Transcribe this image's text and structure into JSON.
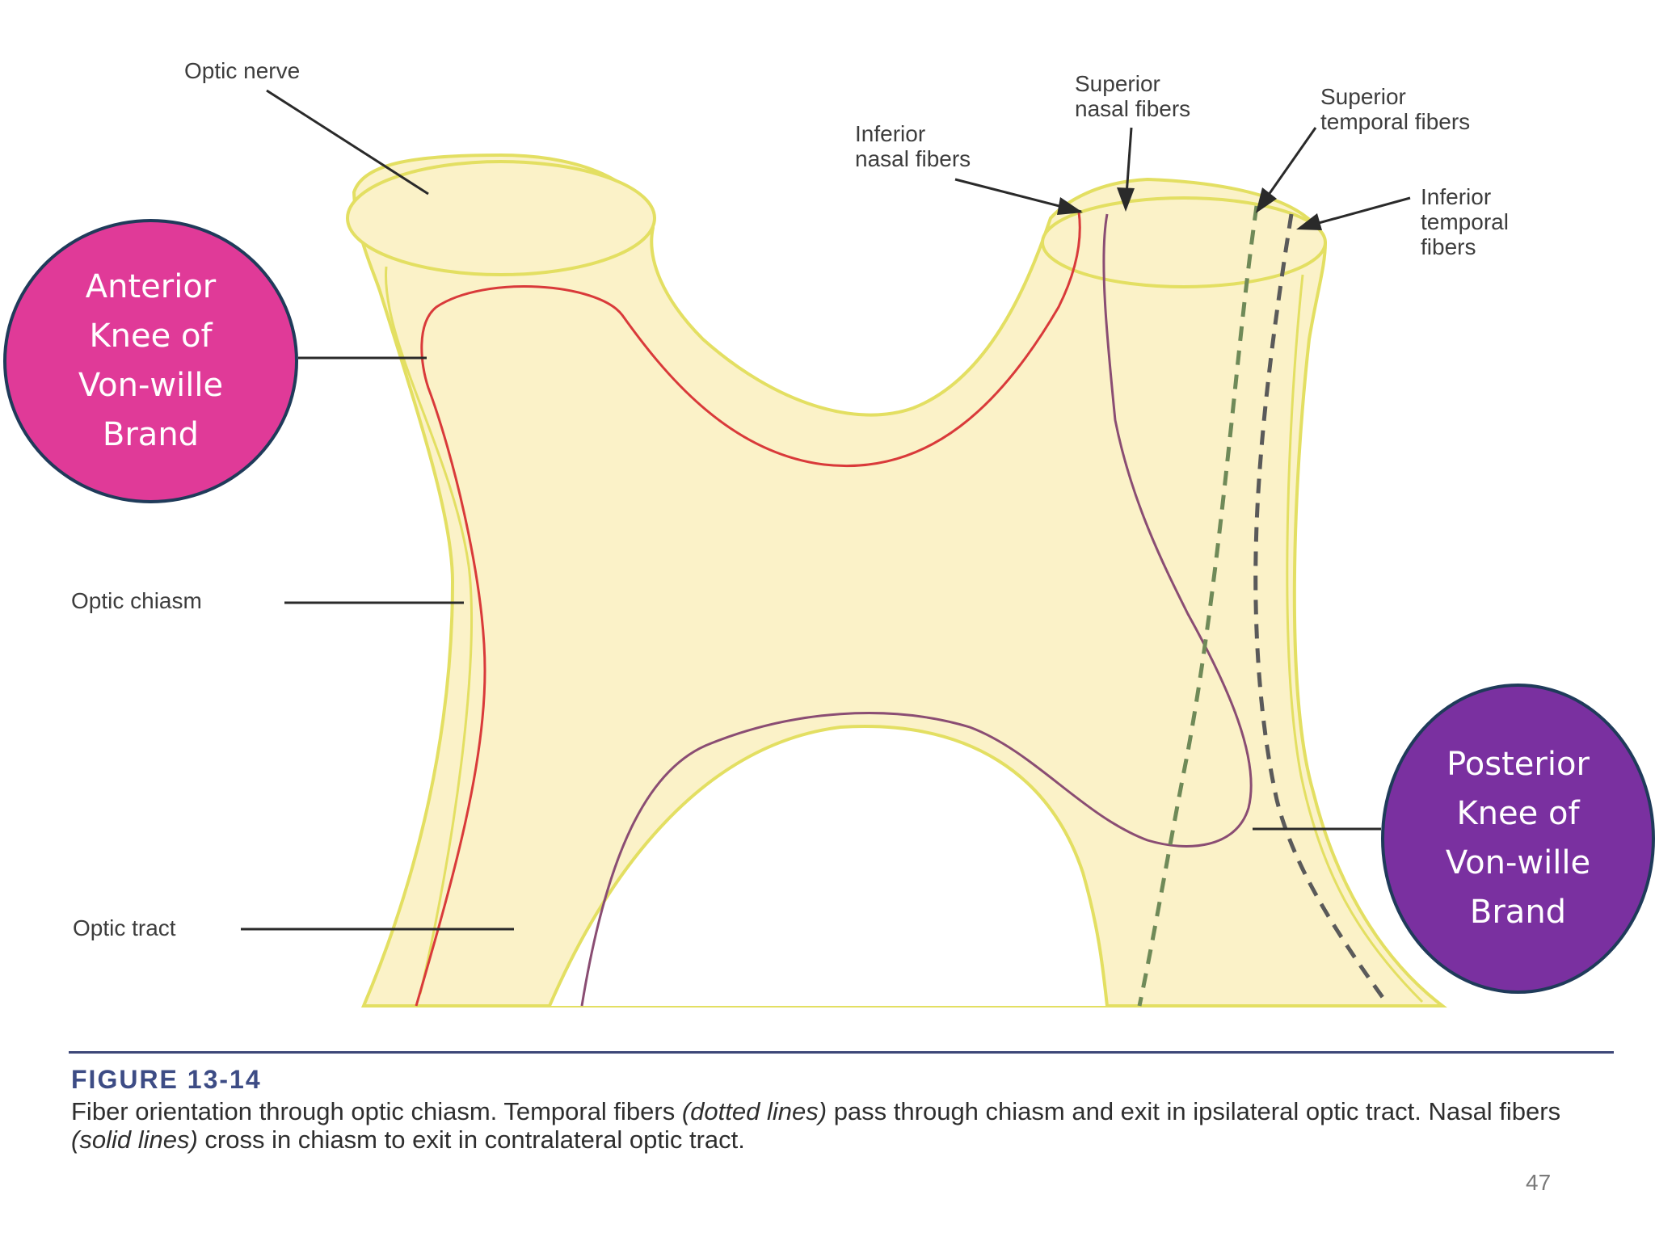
{
  "labels": {
    "optic_nerve": "Optic nerve",
    "optic_chiasm": "Optic chiasm",
    "optic_tract": "Optic tract",
    "superior_nasal": "Superior\nnasal fibers",
    "inferior_nasal": "Inferior\nnasal fibers",
    "superior_temporal": "Superior\ntemporal fibers",
    "inferior_temporal": "Inferior\ntemporal\nfibers"
  },
  "callouts": {
    "anterior": "Anterior\nKnee of\nVon-wille\nBrand",
    "posterior": "Posterior\nKnee of\nVon-wille\nBrand"
  },
  "caption": {
    "title": "FIGURE 13-14",
    "text_before": "Fiber orientation through optic chiasm. Temporal fibers ",
    "italic_1": "(dotted lines)",
    "text_middle": " pass through chiasm and exit in ipsilateral optic tract. Nasal fibers ",
    "italic_2": "(solid lines)",
    "text_after": " cross in chiasm to exit in contralateral optic tract."
  },
  "page_number": "47",
  "colors": {
    "structure_fill": "#fbf2c8",
    "structure_outline": "#e3df62",
    "nasal_fiber_red": "#d93a3a",
    "nasal_fiber_purple": "#8a4d73",
    "temporal_fiber_dashed": "#6f8a58",
    "anterior_bubble": "#e03a98",
    "posterior_bubble": "#7a30a0",
    "bubble_border": "#1f3b5a"
  }
}
